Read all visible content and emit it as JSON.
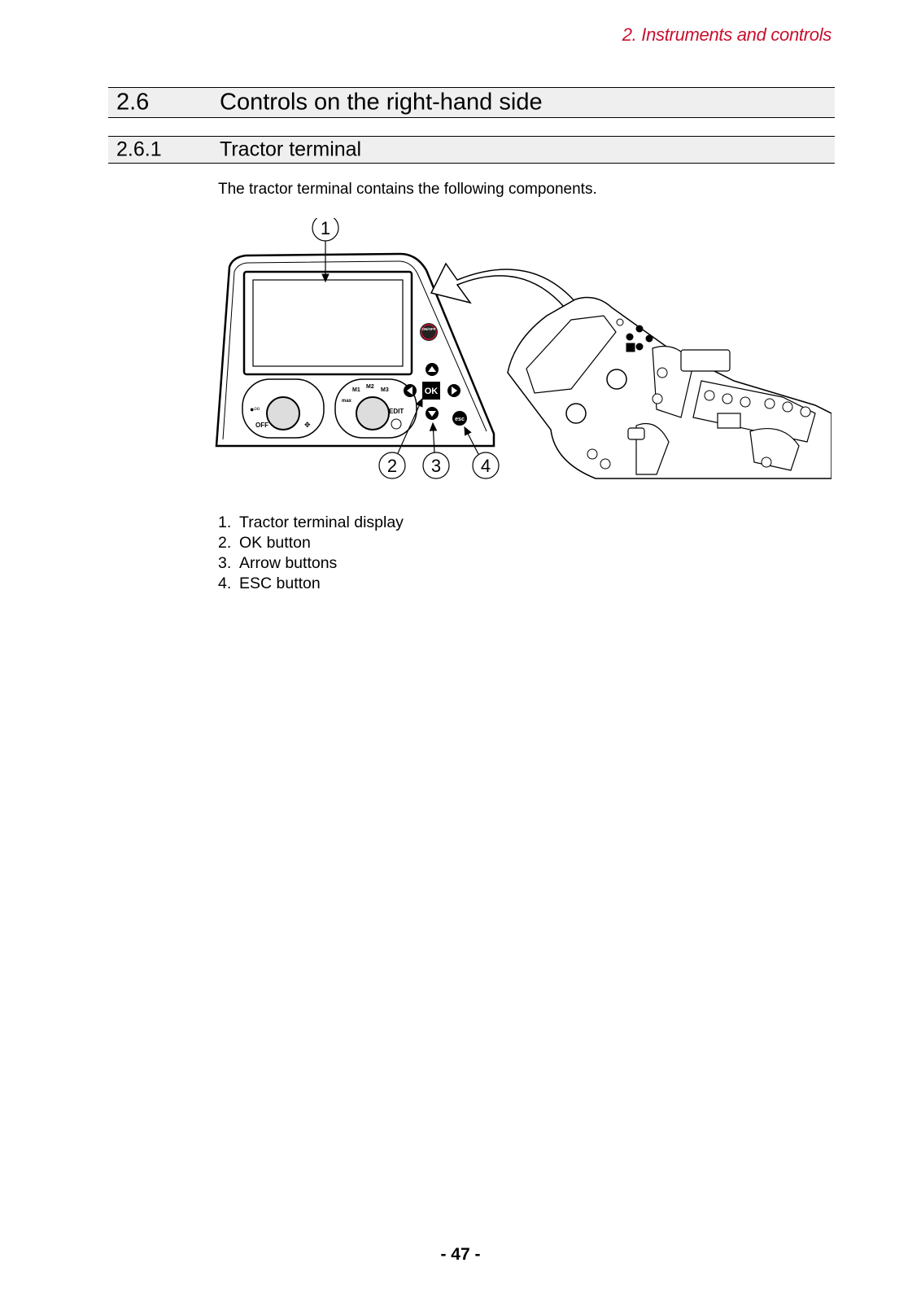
{
  "header": {
    "chapter": "2. Instruments and controls"
  },
  "section": {
    "number": "2.6",
    "title": "Controls on the right-hand side"
  },
  "subsection": {
    "number": "2.6.1",
    "title": "Tractor terminal"
  },
  "intro": "The tractor terminal contains the following components.",
  "figure": {
    "callouts": [
      "1",
      "2",
      "3",
      "4"
    ],
    "panel_labels": {
      "on_off": "ON/OFF",
      "ok": "OK",
      "esc": "esc",
      "m1": "M1",
      "m2": "M2",
      "m3": "M3",
      "edit": "EDIT",
      "off": "OFF",
      "max": "max"
    }
  },
  "legend": [
    {
      "num": "1.",
      "text": "Tractor terminal display"
    },
    {
      "num": "2.",
      "text": "OK button"
    },
    {
      "num": "3.",
      "text": "Arrow buttons"
    },
    {
      "num": "4.",
      "text": "ESC button"
    }
  ],
  "footer": {
    "page": "- 47 -"
  },
  "colors": {
    "accent": "#c8102e",
    "section_bg": "#efefef"
  }
}
